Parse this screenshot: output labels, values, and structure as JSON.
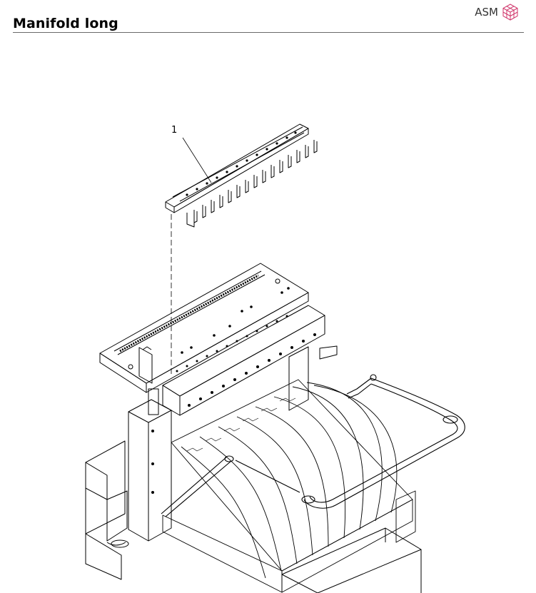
{
  "header": {
    "title": "Manifold long",
    "brand": "ASM",
    "brand_icon": "asm-cube-logo-icon",
    "brand_color": "#d0346a"
  },
  "drawing": {
    "callouts": [
      {
        "label": "1"
      }
    ]
  }
}
